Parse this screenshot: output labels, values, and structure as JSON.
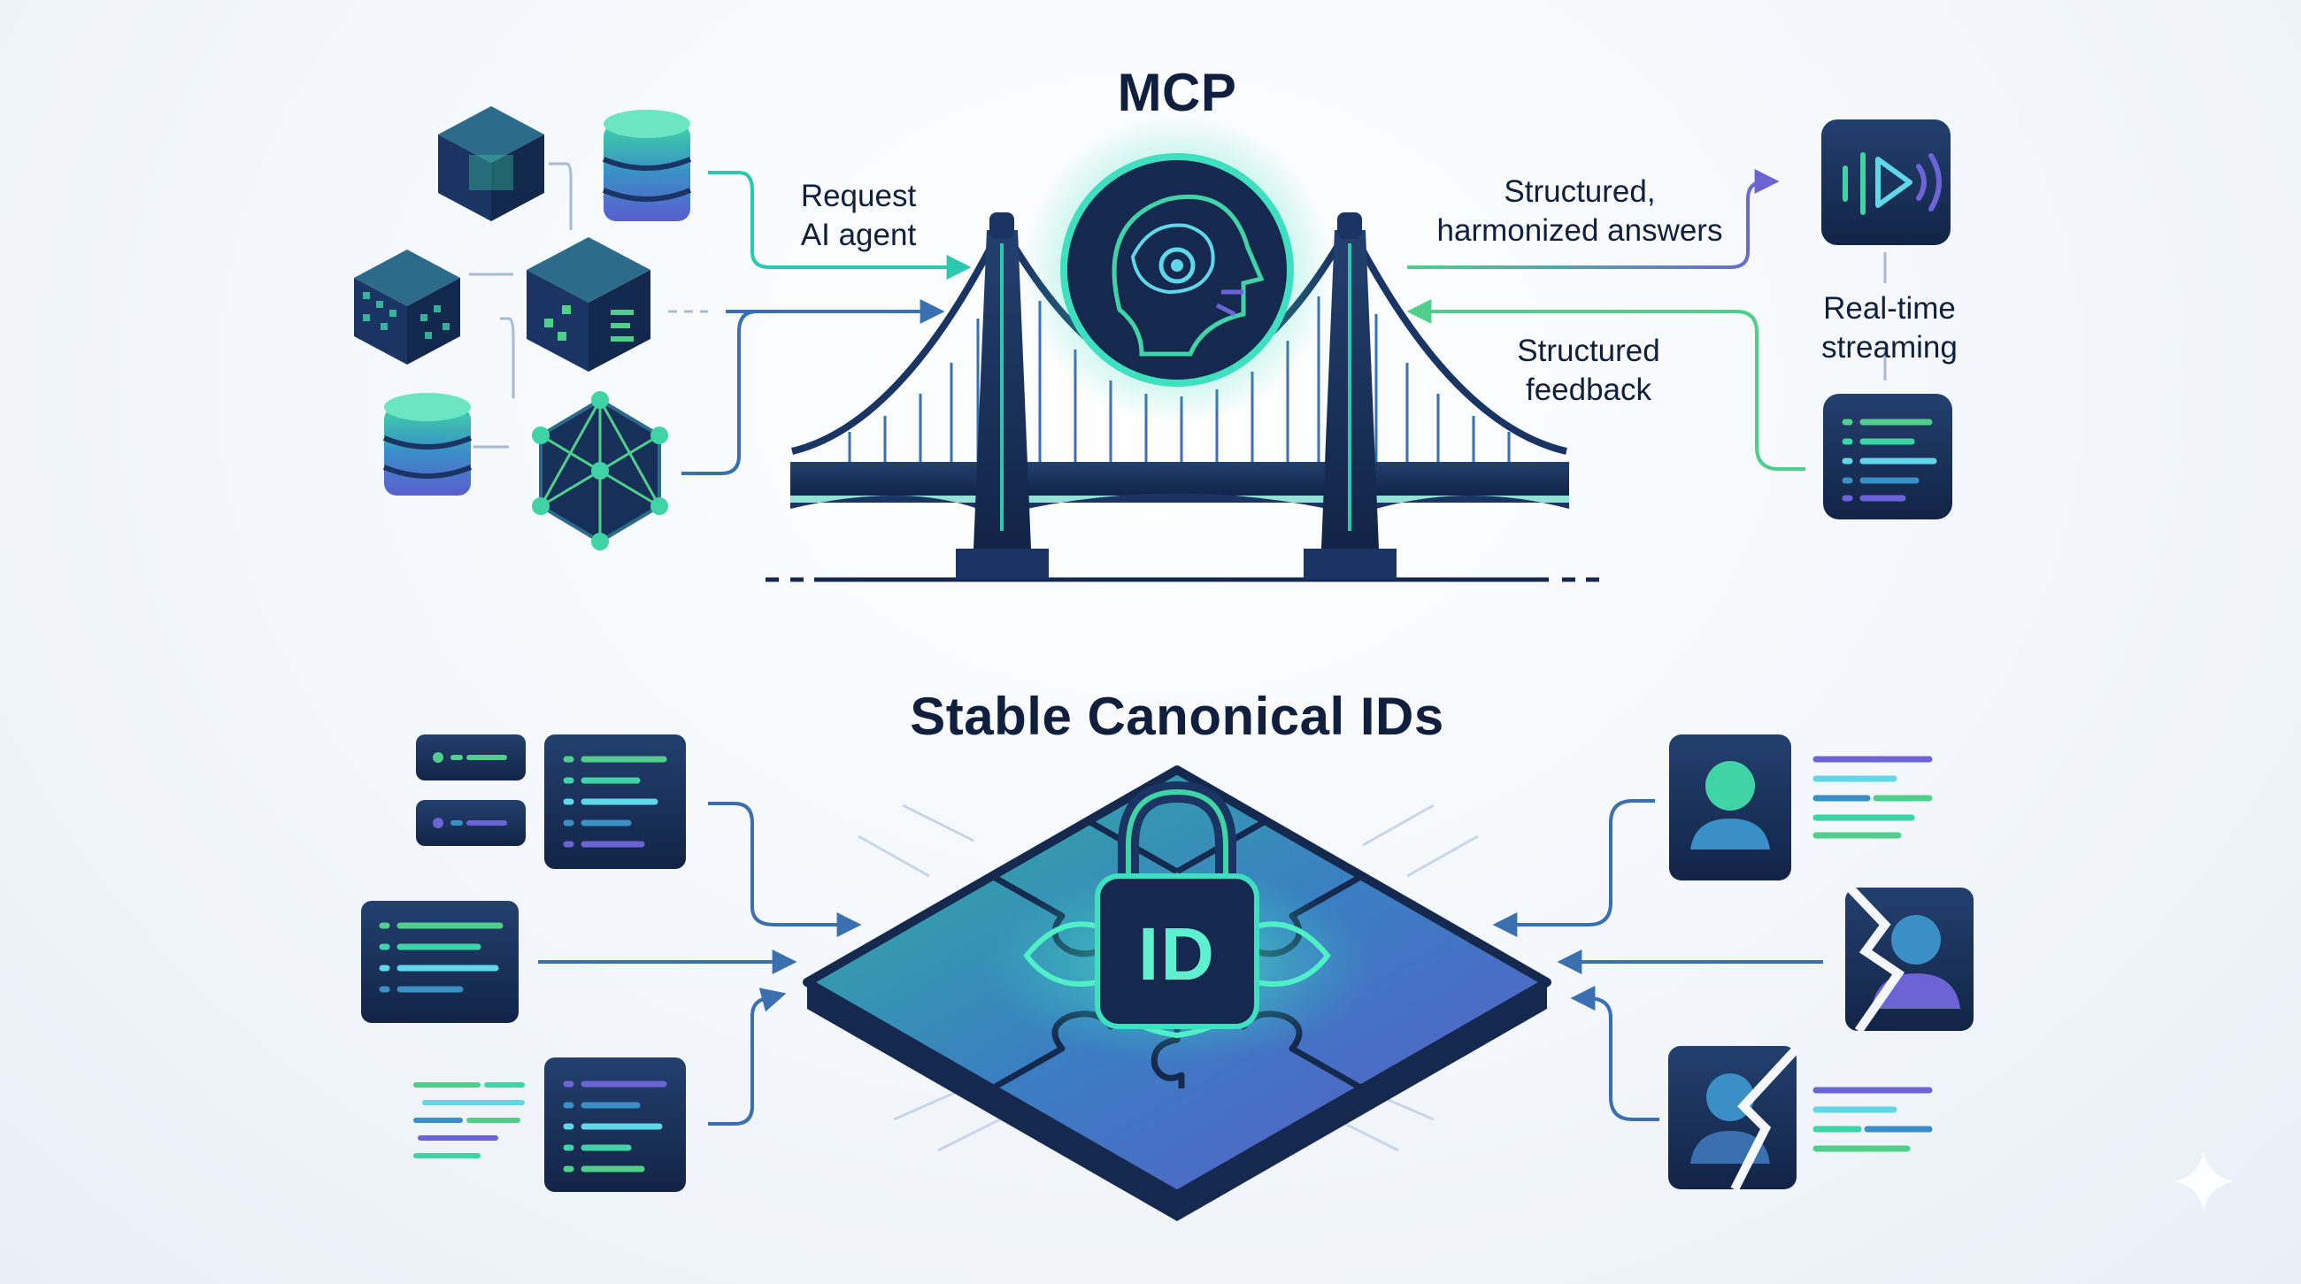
{
  "top": {
    "title": "MCP",
    "request_line1": "Request",
    "request_line2": "AI agent",
    "answers_line1": "Structured,",
    "answers_line2": "harmonized answers",
    "feedback_line1": "Structured",
    "feedback_line2": "feedback",
    "streaming_line1": "Real-time",
    "streaming_line2": "streaming"
  },
  "bottom": {
    "title": "Stable Canonical IDs",
    "badge_text": "ID"
  },
  "icons": {
    "center_top": "ai-head-icon",
    "center_bottom": "padlock-id-icon",
    "stream": "audio-stream-icon",
    "feedback_doc": "document-lines-icon"
  },
  "colors": {
    "navy": "#15294f",
    "teal": "#2fd3b4",
    "green": "#4fcf8a",
    "purple": "#6c63d6",
    "blue": "#3a6fb0",
    "line": "#4b6fa3"
  }
}
